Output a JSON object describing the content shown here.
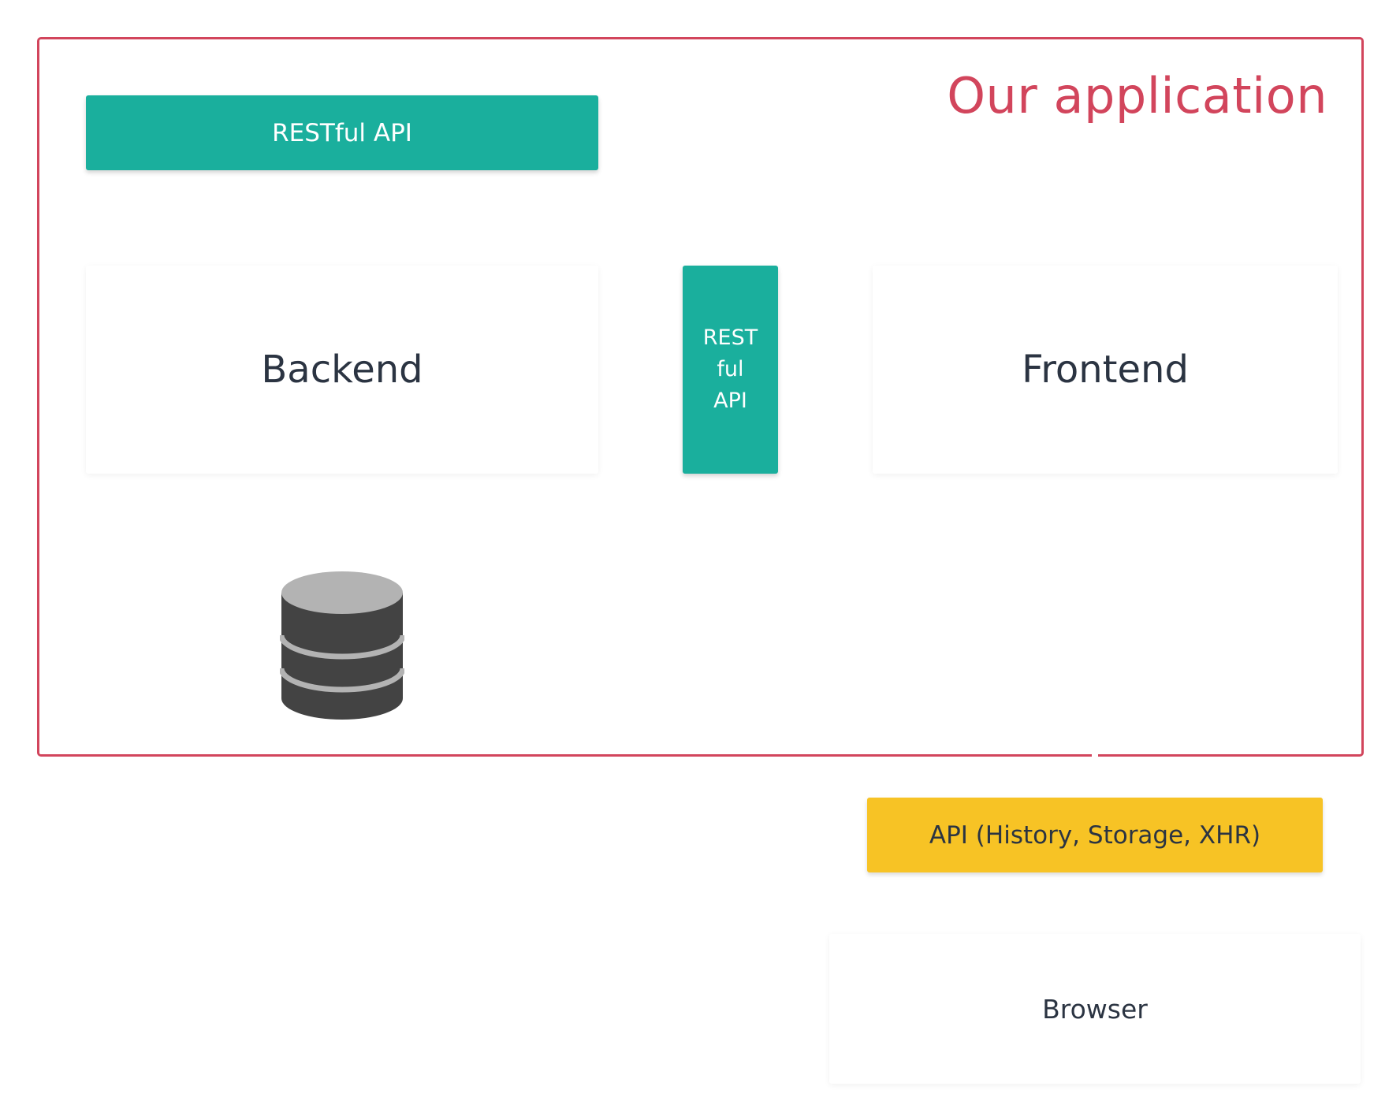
{
  "diagram": {
    "app_title": "Our application",
    "restful_api_top": "RESTful API",
    "restful_api_vertical": [
      "REST",
      "ful",
      "API"
    ],
    "backend": "Backend",
    "frontend": "Frontend",
    "browser_api": "API (History, Storage, XHR)",
    "browser": "Browser",
    "database_icon": "database-icon"
  },
  "colors": {
    "frame": "#d2455c",
    "teal": "#1aaf9d",
    "yellow": "#f7c325",
    "text_dark": "#2b3442",
    "db_dark": "#434343",
    "db_light": "#b3b3b3"
  }
}
